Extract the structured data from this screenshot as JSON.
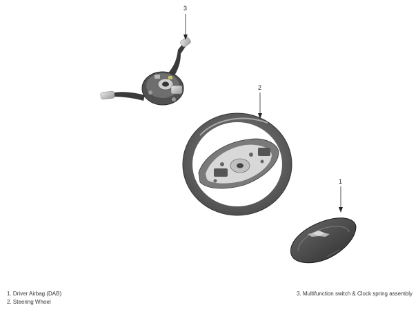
{
  "callouts": [
    {
      "number": "1"
    },
    {
      "number": "2"
    },
    {
      "number": "3"
    }
  ],
  "legend": {
    "item_1": "1. Driver Airbag (DAB)",
    "item_2": "2. Steering Wheel",
    "item_3": "3. Multifunction switch & Clock spring assembly"
  }
}
